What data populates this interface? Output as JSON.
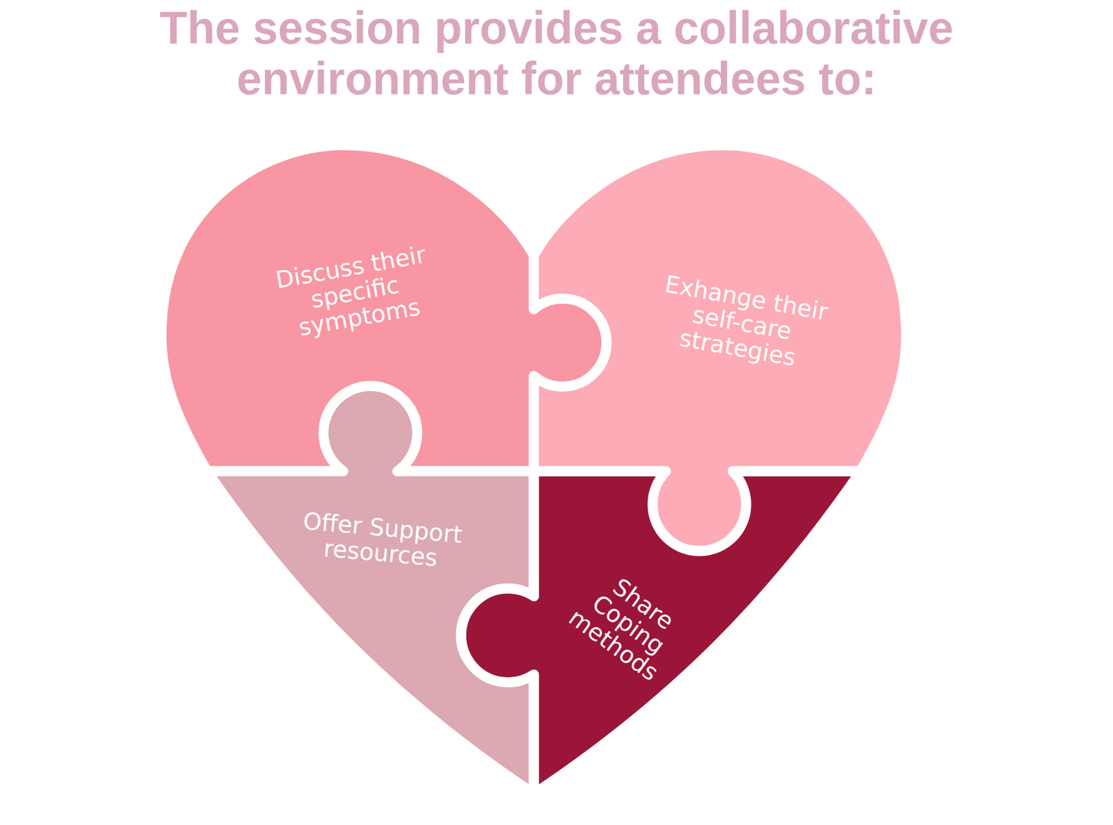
{
  "diagram": {
    "title": "The session provides a collaborative environment for attendees to:",
    "nodes": [
      {
        "text": [
          "Discuss their specific symptoms"
        ]
      },
      {
        "text": [
          "Exhange their self-care strategies"
        ]
      },
      {
        "text": [
          "Offer Support resources"
        ]
      },
      {
        "text": [
          "Share Coping methods"
        ]
      }
    ]
  }
}
